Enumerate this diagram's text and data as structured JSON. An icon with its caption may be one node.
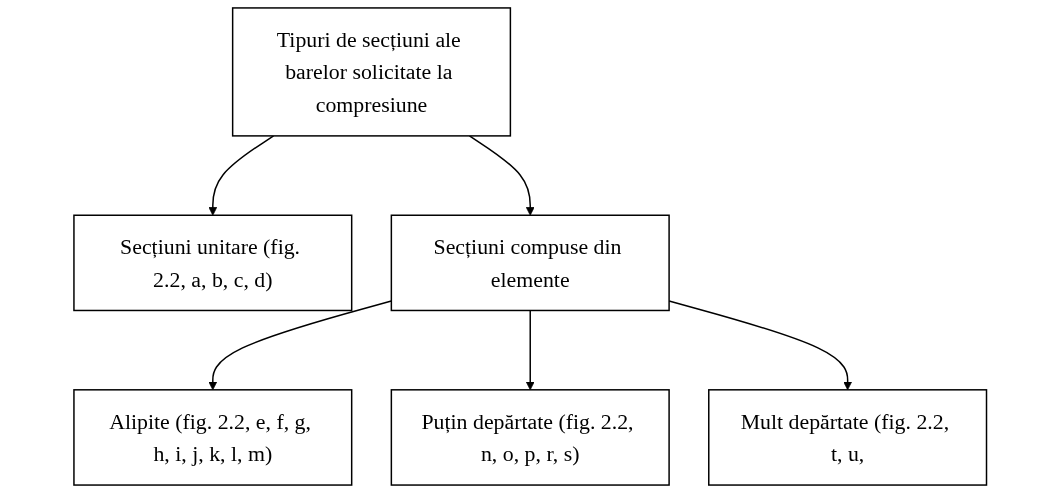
{
  "diagram": {
    "nodes": [
      {
        "text": [
          "Tipuri de secțiuni ale barelor solicitate la compresiune"
        ]
      },
      {
        "text": [
          "Secțiuni unitare (fig. 2.2, a, b, c, d)"
        ]
      },
      {
        "text": [
          "Secțiuni compuse din elemente"
        ]
      },
      {
        "text": [
          "Alipite (fig. 2.2, e, f, g, h, i, j, k, l, m)"
        ]
      },
      {
        "text": [
          "Puțin depărtate (fig. 2.2, n, o, p, r, s)"
        ]
      },
      {
        "text": [
          "Mult depărtate (fig. 2.2, t, u,"
        ]
      }
    ],
    "edges": [
      {
        "from": 0,
        "to": 1,
        "arrow": "to"
      },
      {
        "from": 0,
        "to": 2,
        "arrow": "to"
      },
      {
        "from": 2,
        "to": 3,
        "arrow": "to"
      },
      {
        "from": 2,
        "to": 4,
        "arrow": "to"
      },
      {
        "from": 2,
        "to": 5,
        "arrow": "to"
      }
    ]
  }
}
